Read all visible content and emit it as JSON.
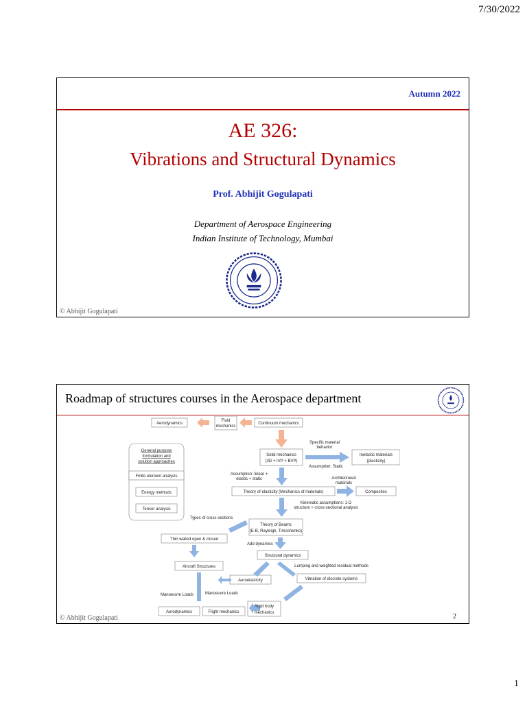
{
  "header": {
    "date": "7/30/2022"
  },
  "footer": {
    "page_number": "1"
  },
  "slide1": {
    "term": "Autumn 2022",
    "course_code": "AE 326:",
    "course_title": "Vibrations and Structural Dynamics",
    "professor": "Prof. Abhijit Gogulapati",
    "department": "Department of Aerospace Engineering",
    "institute": "Indian Institute of Technology, Mumbai",
    "copyright": "© Abhijit Gogulapati"
  },
  "slide2": {
    "title": "Roadmap of structures courses in the Aerospace department",
    "copyright": "© Abhijit Gogulapati",
    "slide_number": "2",
    "diagram": {
      "aerodynamics_top": "Aerodynamics",
      "fluid_mechanics": [
        "Fluid",
        "mechanics"
      ],
      "continuum_mechanics": "Continuum mechanics",
      "general_purpose": [
        "General purpose",
        "formulation and",
        "solution approaches"
      ],
      "finite_element": "Finite element analysis",
      "energy_methods": "Energy methods",
      "tensor_analysis": "Tensor analysis",
      "solid_mechanics": [
        "Solid mechanics",
        "(3D + IVP + BVP)"
      ],
      "specific_material": [
        "Specific material",
        "behavior"
      ],
      "assumption_static": "Assumption: Static",
      "inelastic": [
        "Inelastic materials",
        "(plasticity)"
      ],
      "assumption_linear": [
        "Assumption: linear +",
        "elastic + static"
      ],
      "architectured": [
        "Architectured",
        "materials"
      ],
      "theory_elasticity": "Theory of elasticity (Mechanics of materials)",
      "composites": "Composites",
      "kinematic": [
        "Kinematic assumptions: 1-D",
        "structure + cross-sectional analysis"
      ],
      "types_cross_sections": "Types of cross-sections",
      "theory_beams": [
        "Theory of Beams",
        "(E-B, Rayleigh, Timoshenko)"
      ],
      "thin_walled": "Thin walled open & closed",
      "add_dynamics": "Add dynamics",
      "structural_dynamics": "Structural dynamics",
      "aircraft_structures": "Aircraft Structures",
      "lumping": "Lumping and weighted residual methods",
      "aeroelasticity": "Aeroelasticity",
      "vibration_discrete": "Vibration of discrete systems",
      "manoeuvre_loads_left": "Manoeuvre Loads",
      "manoeuvre_loads_mid": "Manoeuvre Loads",
      "aerodynamics_bottom": "Aerodynamics",
      "flight_mechanics": "Flight mechanics",
      "rigid_body": [
        "Rigid body",
        "mechanics"
      ]
    },
    "colors": {
      "arrow_blue": "#8fb4e3",
      "arrow_orange": "#f4b393",
      "box_border": "#7a7a7a"
    }
  },
  "colors": {
    "title_red": "#b30000",
    "accent_blue": "#1f2fb8"
  },
  "icons": {
    "logo": "iit-bombay-emblem-icon"
  }
}
